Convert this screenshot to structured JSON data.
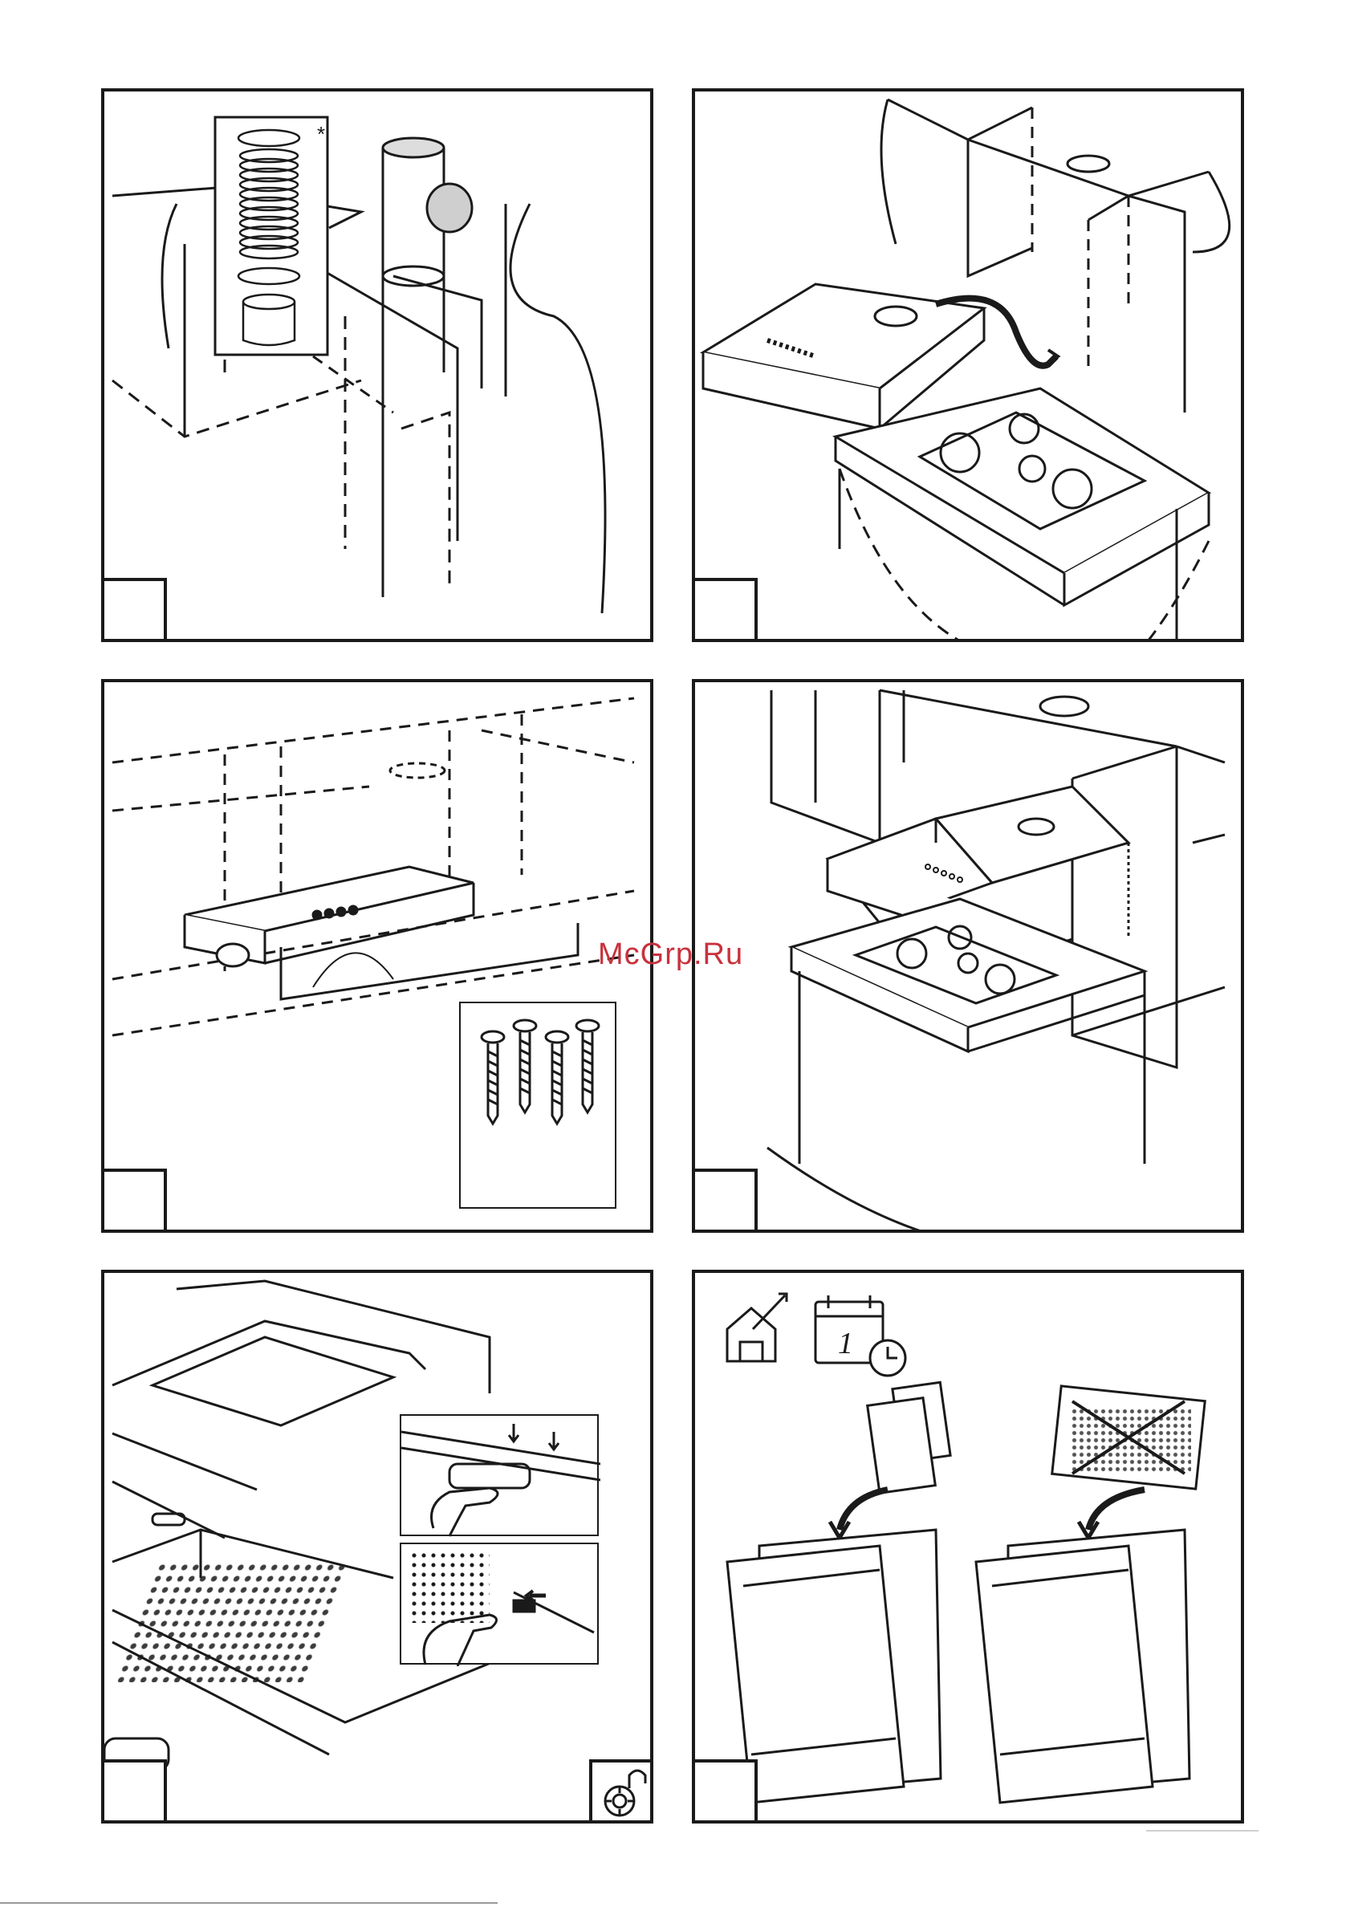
{
  "watermark": {
    "text": "McGrp.Ru",
    "color": "#c8323c"
  },
  "panels": [
    {
      "id": "ducting",
      "icon": "exhaust-duct-connection-illustration",
      "step_number": ""
    },
    {
      "id": "placement",
      "icon": "hood-placement-over-hob-illustration",
      "step_number": ""
    },
    {
      "id": "screw-mounting",
      "icon": "screw-mounting-illustration",
      "step_number": ""
    },
    {
      "id": "installed",
      "icon": "installed-hood-over-hob-illustration",
      "step_number": ""
    },
    {
      "id": "filter-release",
      "icon": "grease-filter-release-illustration",
      "step_number": ""
    },
    {
      "id": "filter-cleaning",
      "icon": "filter-dishwasher-cleaning-illustration",
      "step_number": ""
    }
  ],
  "icons": {
    "unlock_badge": "filter-unlock-badge-icon",
    "house": "outdoor-vent-house-icon",
    "calendar": "calendar-schedule-icon",
    "clock": "clock-icon",
    "asterisk": "optional-part-asterisk-icon"
  }
}
